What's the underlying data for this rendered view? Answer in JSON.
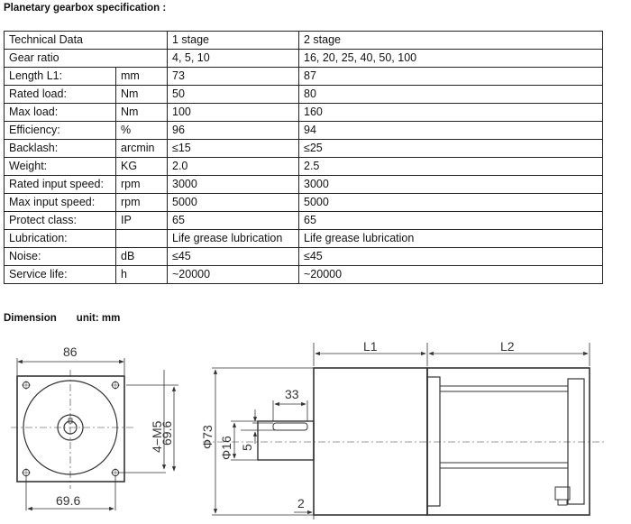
{
  "spec_heading": "Planetary gearbox specification :",
  "header": {
    "col1": "Technical Data",
    "col3": "1 stage",
    "col4": "2 stage"
  },
  "gear_ratio": {
    "label": "Gear ratio",
    "stage1": "4, 5, 10",
    "stage2": "16, 20, 25, 40, 50, 100"
  },
  "rows": [
    {
      "label": "Length L1:",
      "unit": "mm",
      "stage1": "73",
      "stage2": "87"
    },
    {
      "label": "Rated load:",
      "unit": "Nm",
      "stage1": "50",
      "stage2": "80"
    },
    {
      "label": "Max load:",
      "unit": "Nm",
      "stage1": "100",
      "stage2": "160"
    },
    {
      "label": "Efficiency:",
      "unit": "%",
      "stage1": "96",
      "stage2": "94"
    },
    {
      "label": "Backlash:",
      "unit": "arcmin",
      "stage1": "≤15",
      "stage2": "≤25"
    },
    {
      "label": "Weight:",
      "unit": "KG",
      "stage1": "2.0",
      "stage2": "2.5"
    },
    {
      "label": "Rated input speed:",
      "unit": "rpm",
      "stage1": "3000",
      "stage2": "3000"
    },
    {
      "label": "Max input speed:",
      "unit": "rpm",
      "stage1": "5000",
      "stage2": "5000"
    },
    {
      "label": "Protect class:",
      "unit": "IP",
      "stage1": "65",
      "stage2": "65"
    },
    {
      "label": "Lubrication:",
      "unit": "",
      "stage1": "Life grease lubrication",
      "stage2": "Life grease lubrication"
    },
    {
      "label": "Noise:",
      "unit": "dB",
      "stage1": "≤45",
      "stage2": "≤45"
    },
    {
      "label": "Service life:",
      "unit": "h",
      "stage1": "~20000",
      "stage2": "~20000"
    }
  ],
  "dimension_heading": {
    "title": "Dimension",
    "unit": "unit: mm"
  },
  "drawing": {
    "front_width": "86",
    "holes": "4−M5",
    "pitch_vertical": "69.6",
    "pitch_horizontal": "69.6",
    "key_length": "33",
    "flange_dia": "Φ73",
    "shaft_dia": "Φ16",
    "key_width": "5",
    "l1": "L1",
    "l2": "L2",
    "flange_thickness": "2"
  }
}
